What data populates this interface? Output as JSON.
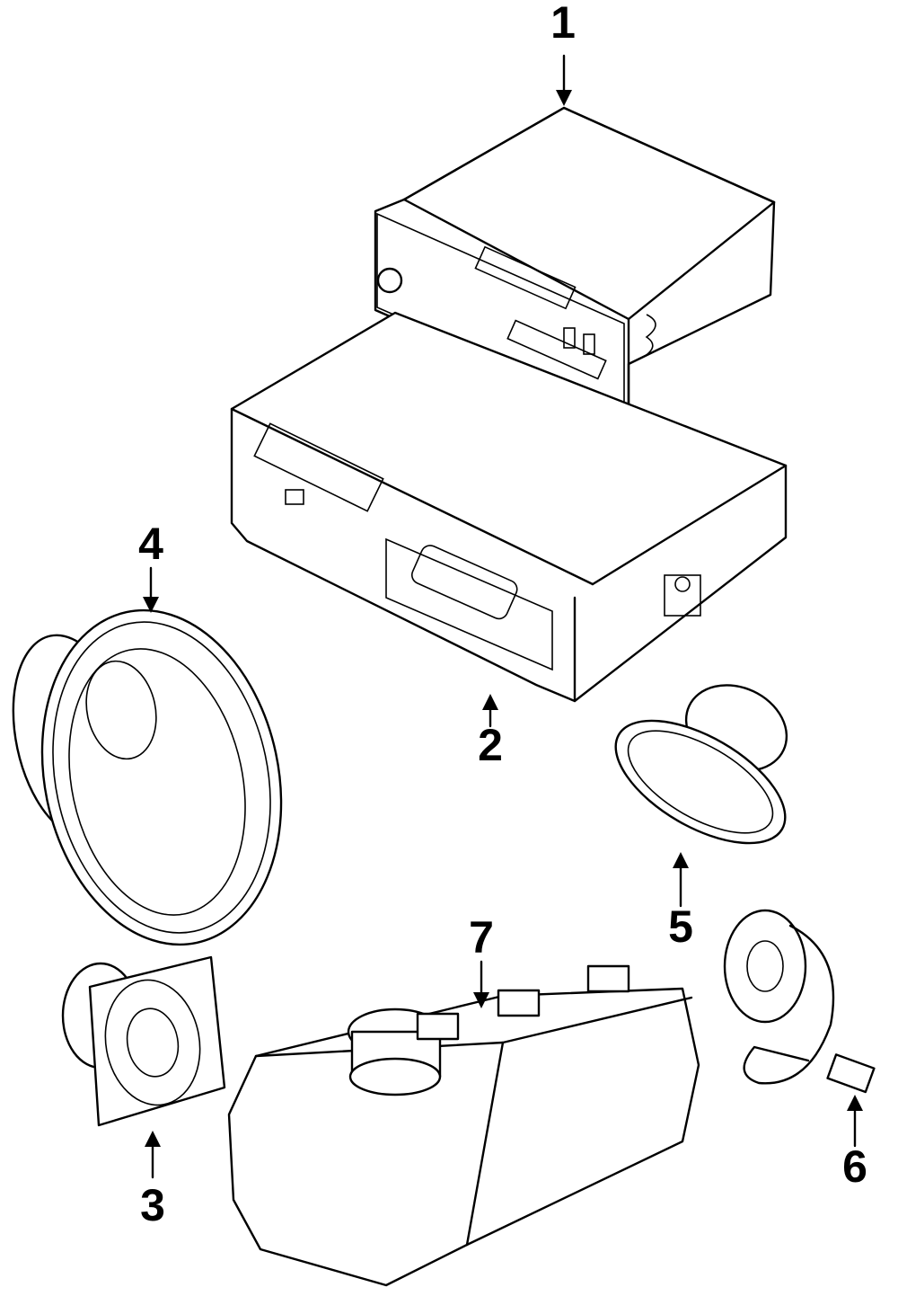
{
  "diagram": {
    "type": "exploded parts diagram",
    "callouts": [
      {
        "label": "1",
        "part": "radio-receiver"
      },
      {
        "label": "2",
        "part": "cd-changer"
      },
      {
        "label": "3",
        "part": "square-speaker"
      },
      {
        "label": "4",
        "part": "large-speaker"
      },
      {
        "label": "5",
        "part": "oval-speaker"
      },
      {
        "label": "6",
        "part": "tweeter-with-harness"
      },
      {
        "label": "7",
        "part": "subwoofer-enclosure"
      }
    ]
  }
}
